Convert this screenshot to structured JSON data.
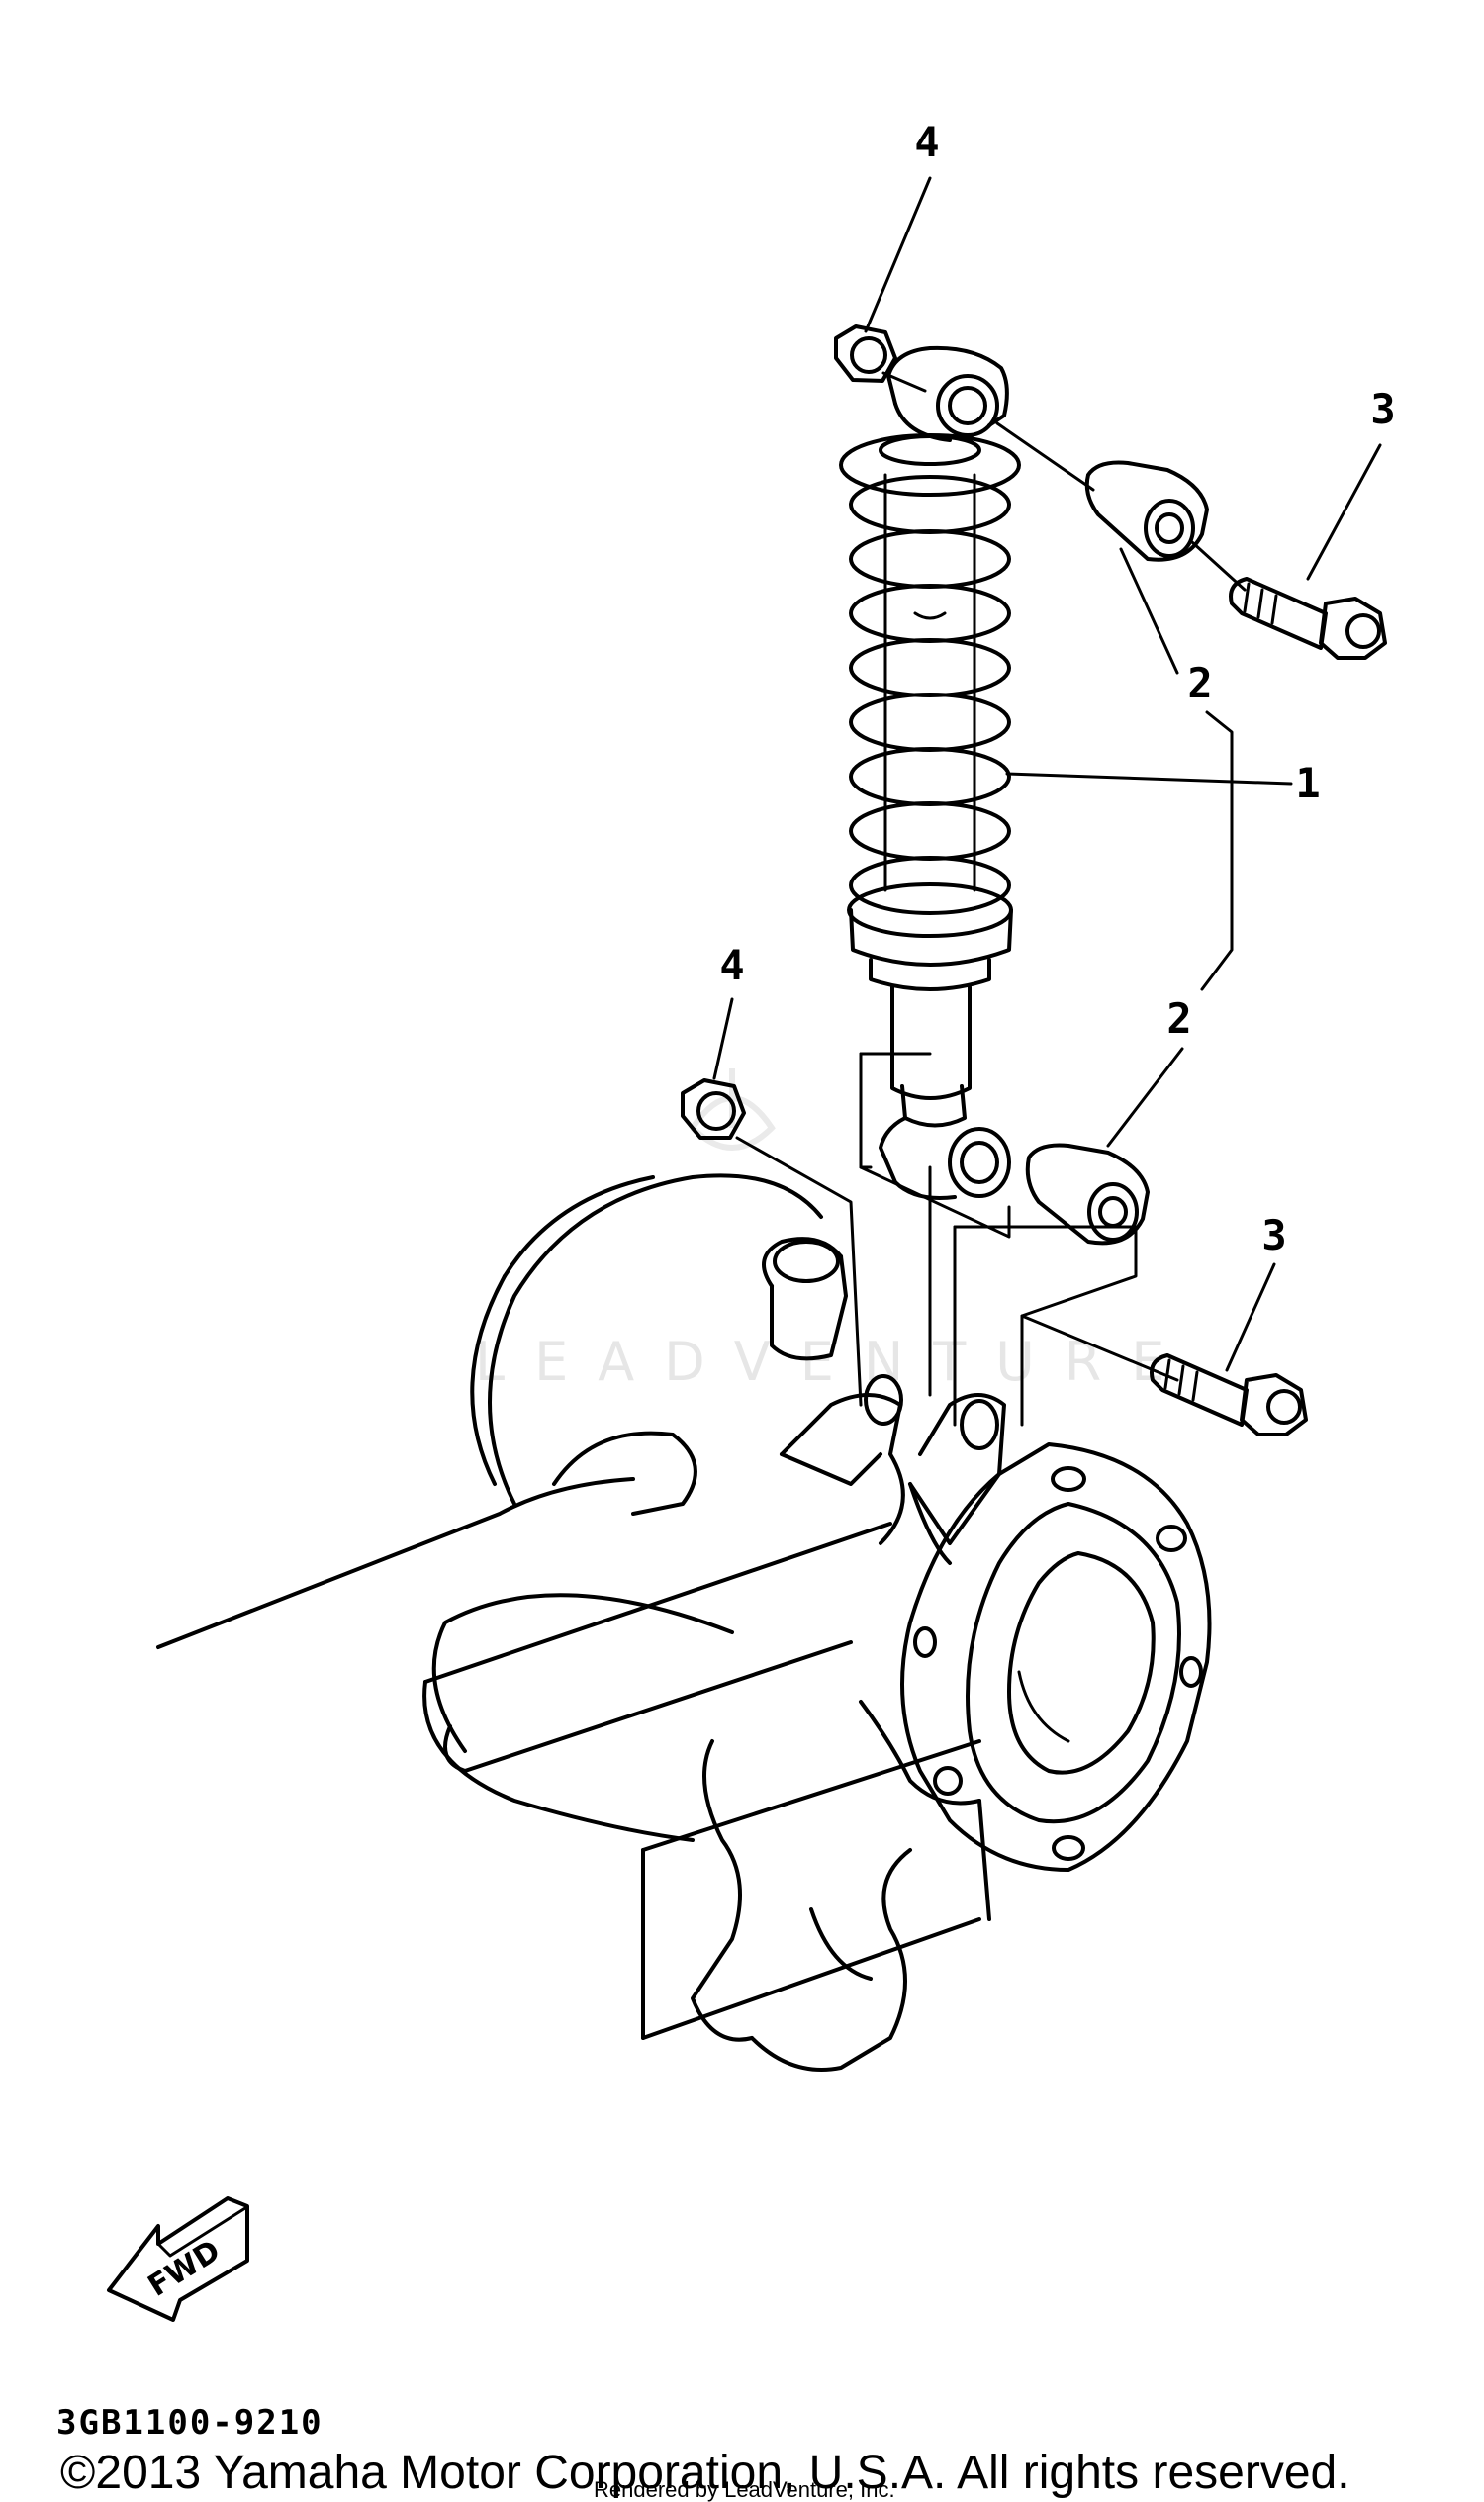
{
  "diagram": {
    "callouts": {
      "shock_absorber": "1",
      "bushing_upper": "2",
      "bushing_lower": "2",
      "bolt_upper": "3",
      "bolt_lower": "3",
      "nut_upper": "4",
      "nut_lower": "4"
    },
    "watermark": "LEADVENTURE",
    "fwd_label": "FWD",
    "part_code": "3GB1100-9210"
  },
  "footer": {
    "copyright": "©2013 Yamaha Motor Corporation, U.S.A. All rights reserved.",
    "rendered_by": "Rendered by LeadVenture, Inc."
  }
}
